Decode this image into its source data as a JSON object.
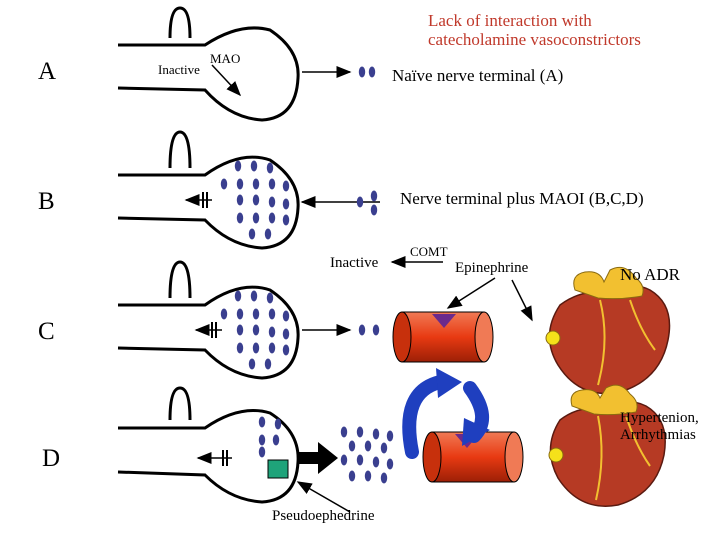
{
  "rows": {
    "a": "A",
    "b": "B",
    "c": "C",
    "d": "D"
  },
  "labels": {
    "inactive_a": "Inactive",
    "mao": "MAO",
    "lack_of_interaction": "Lack of interaction with\ncatecholamine vasoconstrictors",
    "naive_terminal": "Naïve nerve terminal (A)",
    "maoi_terminal": "Nerve terminal plus MAOI (B,C,D)",
    "inactive_comt": "Inactive",
    "comt": "COMT",
    "epinephrine": "Epinephrine",
    "no_adr": "No ADR",
    "hypertension": "Hypertenion,\nArrhythmias",
    "pseudoephedrine": "Pseudoephedrine"
  },
  "colors": {
    "vesicle": "#3a3f8f",
    "vessel": "#e83a12",
    "receptor": "#6b2a8c",
    "arrow_blue": "#1f3fbf",
    "drug_green": "#1fa37a",
    "heart": "#b63a24",
    "note_red": "#c0392b"
  }
}
